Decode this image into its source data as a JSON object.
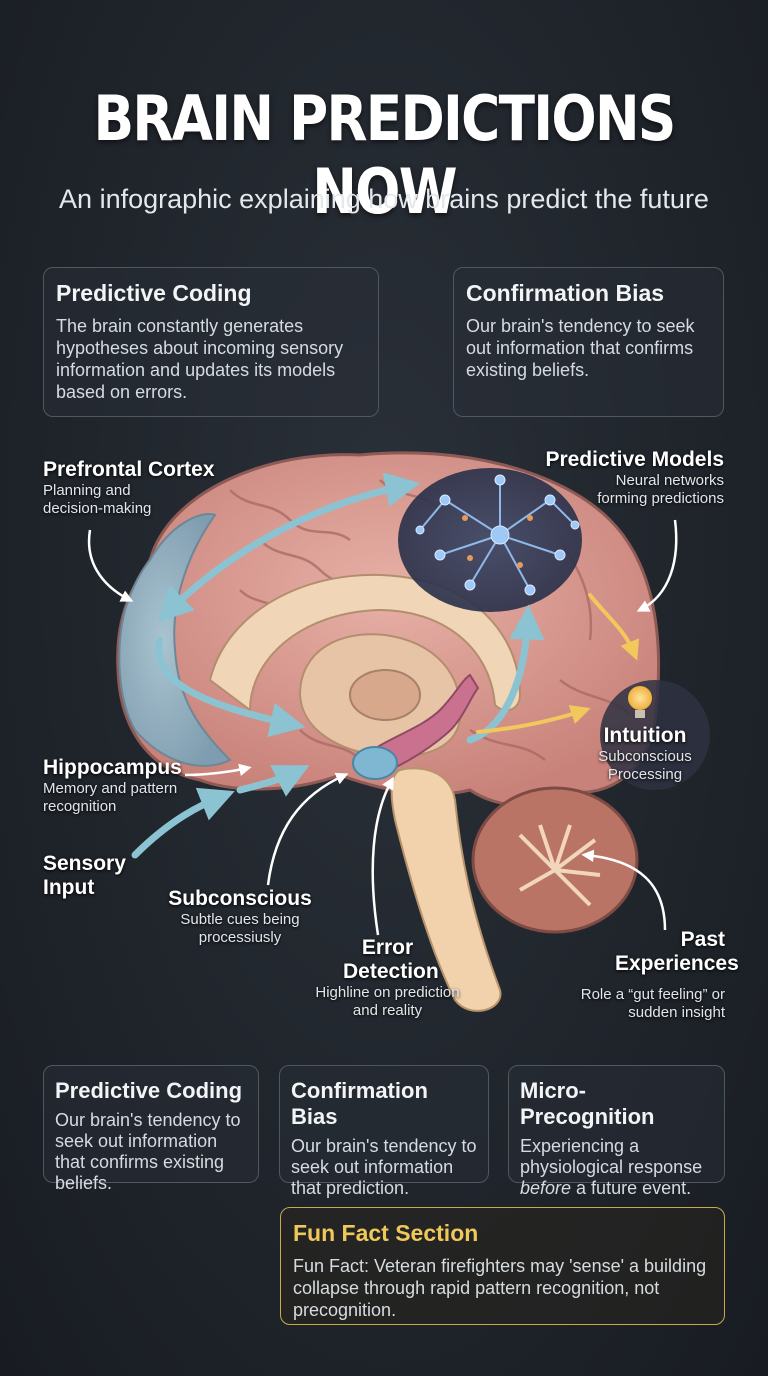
{
  "title": "BRAIN PREDICTIONS NOW",
  "subtitle": "An infographic explaining how brains predict the future",
  "top_cards": [
    {
      "title": "Predictive Coding",
      "text": "The brain constantly generates hypotheses about incoming sensory information and updates its models based on errors."
    },
    {
      "title": "Confirmation Bias",
      "text": "Our brain's tendency to seek out information that confirms existing beliefs."
    }
  ],
  "labels": {
    "prefrontal": {
      "title": "Prefrontal Cortex",
      "desc": "Planning and decision-making"
    },
    "models": {
      "title": "Predictive Models",
      "desc": "Neural networks forming predictions"
    },
    "intuition": {
      "title": "Intuition",
      "desc": "Subconscious Processing"
    },
    "hippocampus": {
      "title": "Hippocampus",
      "desc": "Memory and pattern recognition"
    },
    "sensory": {
      "title": "Sensory Input"
    },
    "subconscious": {
      "title": "Subconscious",
      "desc": "Subtle cues being processiusly"
    },
    "error": {
      "title": "Error Detection",
      "desc": "Highline on prediction and reality"
    },
    "past": {
      "title": "Past Experiences",
      "desc": "Role a “gut feeling” or sudden insight"
    }
  },
  "bottom_cards": [
    {
      "title": "Predictive Coding",
      "text": "Our brain's tendency to seek out information that confirms existing beliefs."
    },
    {
      "title": "Confirmation Bias",
      "text": "Our brain's tendency to seek out information that prediction."
    },
    {
      "title": "Micro-Precognition",
      "text_pre": "Experiencing a physiological response ",
      "text_em": "before",
      "text_post": " a future event."
    }
  ],
  "fun_fact": {
    "title": "Fun Fact Section",
    "text": "Fun Fact: Veteran firefighters may 'sense' a building collapse through rapid pattern recognition, not precognition."
  },
  "colors": {
    "accent_gold": "#f0c85a",
    "arrow_blue": "#8cc3d2",
    "brain_pink": "#d99a92"
  }
}
